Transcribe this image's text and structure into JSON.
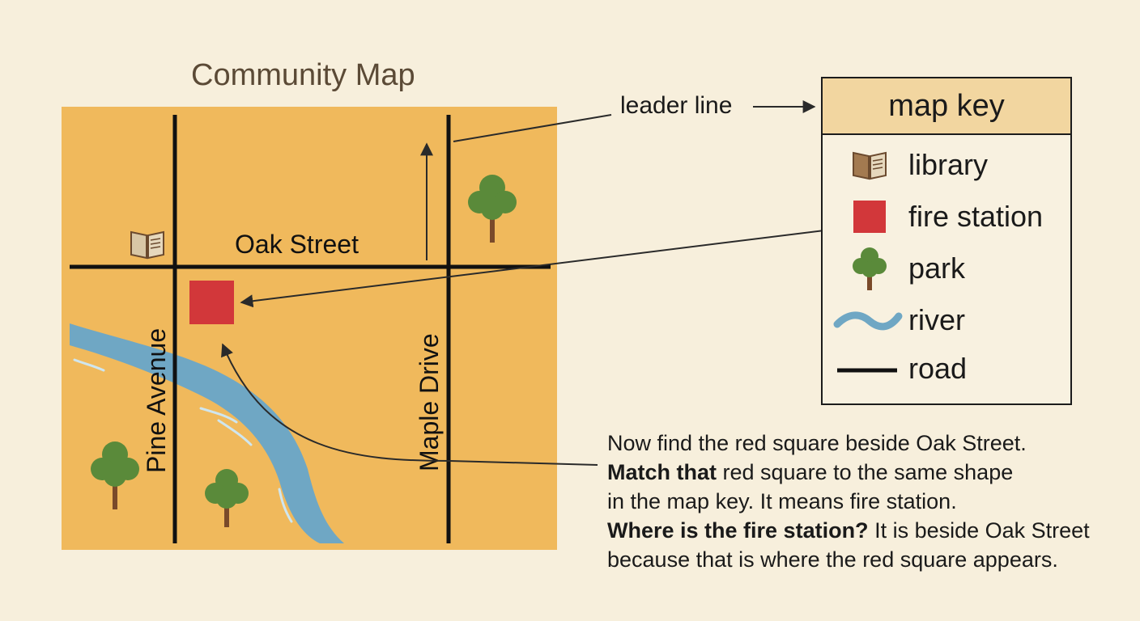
{
  "title": "Community Map",
  "leader_line_label": "leader line",
  "map": {
    "streets": {
      "horizontal": "Oak Street",
      "vertical_left": "Pine Avenue",
      "vertical_right": "Maple Drive"
    }
  },
  "key": {
    "header": "map key",
    "items": [
      {
        "label": "library",
        "icon": "book-icon"
      },
      {
        "label": "fire station",
        "icon": "red-square-icon"
      },
      {
        "label": "park",
        "icon": "tree-icon"
      },
      {
        "label": "river",
        "icon": "wave-icon"
      },
      {
        "label": "road",
        "icon": "line-icon"
      }
    ]
  },
  "instructions": {
    "line1": "Now find the red square beside Oak Street.",
    "line2_bold": "Match that",
    "line2_rest": " red square to the same shape",
    "line3": "in the map key. It means fire station.",
    "line4_bold": "Where is the fire station?",
    "line4_rest": " It is beside Oak Street",
    "line5": "because that is where the red square appears."
  },
  "colors": {
    "background": "#f7efdc",
    "map_fill": "#f0b95c",
    "river": "#6fa7c4",
    "fire_station": "#d2373a",
    "tree": "#5a8a3a",
    "trunk": "#7a4a2a",
    "key_header": "#f2d6a0"
  }
}
